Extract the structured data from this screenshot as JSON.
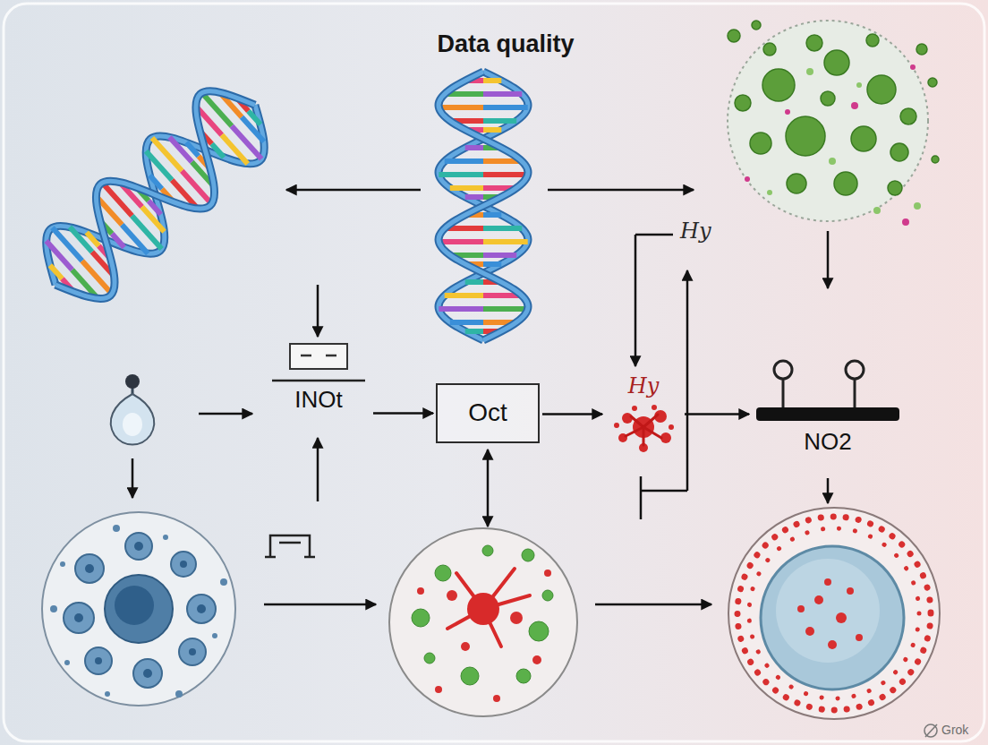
{
  "diagram": {
    "title": "Data quality",
    "nodes": [
      {
        "text": [
          "INOt"
        ]
      },
      {
        "text": [
          "Oct"
        ]
      },
      {
        "text": [
          "Hy"
        ]
      },
      {
        "text": [
          "NO2"
        ]
      }
    ],
    "edges": [
      {
        "from": 0,
        "to": 1,
        "arrow": "to"
      },
      {
        "from": 1,
        "to": 2,
        "arrow": "to"
      },
      {
        "from": 2,
        "to": 3,
        "arrow": "to"
      }
    ],
    "labels": [
      "Hy",
      "Grok"
    ]
  }
}
